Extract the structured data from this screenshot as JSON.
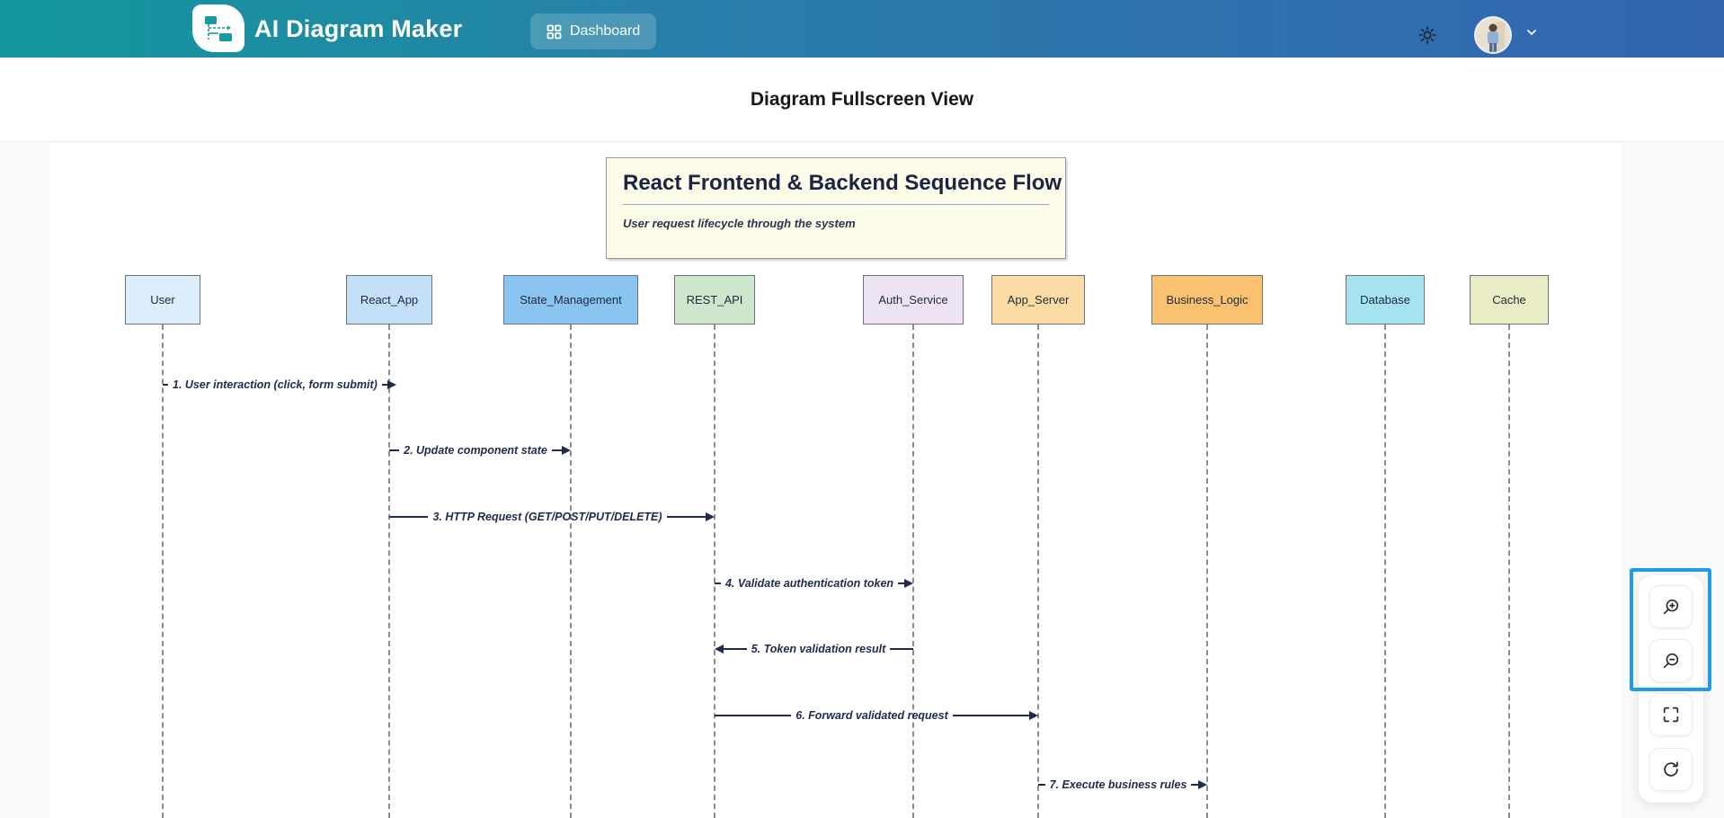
{
  "navbar": {
    "brand": "AI Diagram Maker",
    "dashboard_label": "Dashboard",
    "icons": [
      "logo-diagram-icon",
      "grid-icon",
      "sun-icon",
      "chevron-down-icon"
    ],
    "colors": {
      "gradient_start": "#13989d",
      "gradient_end": "#3365b0"
    }
  },
  "viewer": {
    "title": "Diagram Fullscreen View",
    "toolbar_icons": [
      "download-icon",
      "chevron-down-icon",
      "close-icon"
    ]
  },
  "diagram": {
    "title": "React Frontend & Backend Sequence Flow",
    "subtitle": "User request lifecycle through the system",
    "actors": [
      {
        "label": "User",
        "fill": "#dceefc"
      },
      {
        "label": "React_App",
        "fill": "#c3e0f7"
      },
      {
        "label": "State_Management",
        "fill": "#8ac4f1"
      },
      {
        "label": "REST_API",
        "fill": "#cfe7cd"
      },
      {
        "label": "Auth_Service",
        "fill": "#eee3f3"
      },
      {
        "label": "App_Server",
        "fill": "#fcdca4"
      },
      {
        "label": "Business_Logic",
        "fill": "#f9c170"
      },
      {
        "label": "Database",
        "fill": "#a6e3ef"
      },
      {
        "label": "Cache",
        "fill": "#e9ecc4"
      }
    ],
    "messages": [
      {
        "label": "1. User interaction (click, form submit)",
        "from": "User",
        "to": "React_App",
        "direction": "right"
      },
      {
        "label": "2. Update component state",
        "from": "React_App",
        "to": "State_Management",
        "direction": "right"
      },
      {
        "label": "3. HTTP Request (GET/POST/PUT/DELETE)",
        "from": "React_App",
        "to": "REST_API",
        "direction": "right"
      },
      {
        "label": "4. Validate authentication token",
        "from": "REST_API",
        "to": "Auth_Service",
        "direction": "right"
      },
      {
        "label": "5. Token validation result",
        "from": "Auth_Service",
        "to": "REST_API",
        "direction": "left"
      },
      {
        "label": "6. Forward validated request",
        "from": "REST_API",
        "to": "App_Server",
        "direction": "right"
      },
      {
        "label": "7. Execute business rules",
        "from": "App_Server",
        "to": "Business_Logic",
        "direction": "right"
      }
    ],
    "style_colors": {
      "title_box_bg": "#fcfce9",
      "message_line": "#1f2a4e",
      "lifeline": "#8c8c8c"
    }
  },
  "zoom_controls": {
    "buttons": [
      "zoom-in",
      "zoom-out",
      "fullscreen",
      "reset"
    ],
    "focus_ring_color": "#1d9de9"
  }
}
